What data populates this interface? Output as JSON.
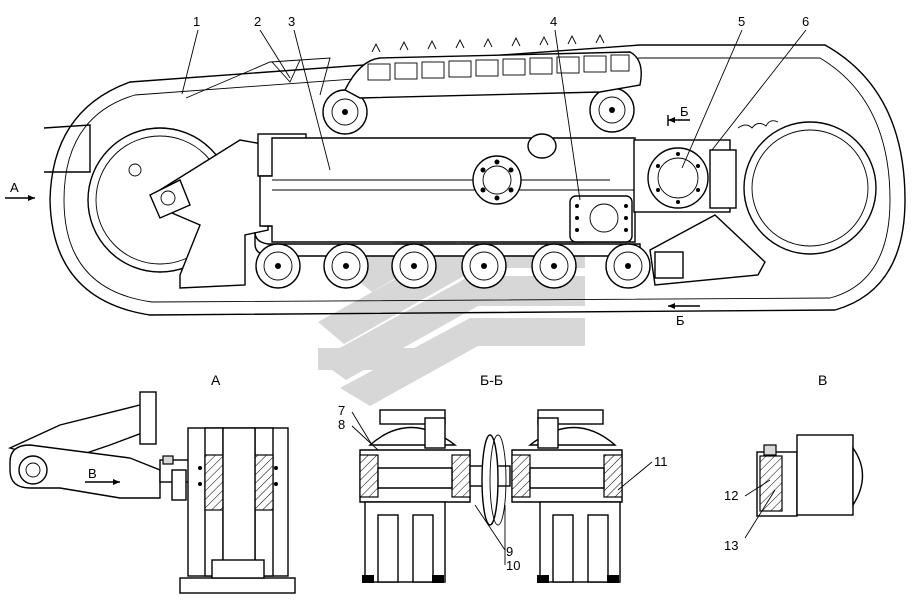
{
  "views": {
    "main": {
      "arrow_label": "А",
      "section_mark_top": "Б",
      "section_mark_bottom": "Б"
    },
    "detail_a": {
      "title": "А",
      "arrow_label": "В"
    },
    "section_bb": {
      "title": "Б-Б"
    },
    "detail_v": {
      "title": "В"
    }
  },
  "callouts": [
    {
      "id": "1",
      "label": "1"
    },
    {
      "id": "2",
      "label": "2"
    },
    {
      "id": "3",
      "label": "3"
    },
    {
      "id": "4",
      "label": "4"
    },
    {
      "id": "5",
      "label": "5"
    },
    {
      "id": "6",
      "label": "6"
    },
    {
      "id": "7",
      "label": "7"
    },
    {
      "id": "8",
      "label": "8"
    },
    {
      "id": "9",
      "label": "9"
    },
    {
      "id": "10",
      "label": "10"
    },
    {
      "id": "11",
      "label": "11"
    },
    {
      "id": "12",
      "label": "12"
    },
    {
      "id": "13",
      "label": "13"
    }
  ],
  "colors": {
    "line": "#000000",
    "background": "#ffffff",
    "watermark": "#d3d3d3"
  },
  "watermark": {
    "icon": "stylized-logo-watermark"
  }
}
